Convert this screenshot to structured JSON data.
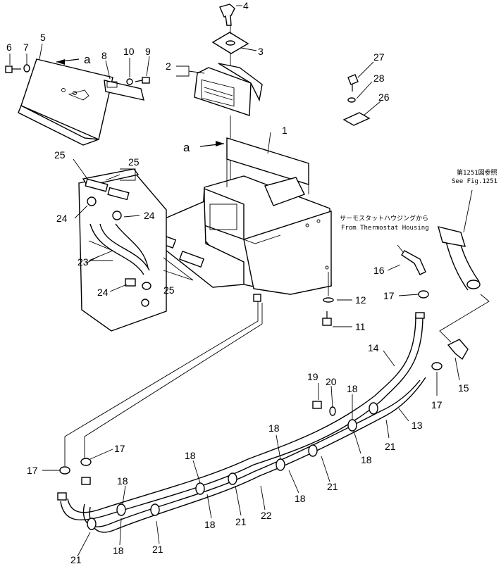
{
  "diagram": {
    "callouts": {
      "c1": "1",
      "c2": "2",
      "c3": "3",
      "c4": "4",
      "c5": "5",
      "c6": "6",
      "c7": "7",
      "c8": "8",
      "c9": "9",
      "c10": "10",
      "c11": "11",
      "c12": "12",
      "c13": "13",
      "c14": "14",
      "c15": "15",
      "c16": "16",
      "c17": "17",
      "c18": "18",
      "c19": "19",
      "c20": "20",
      "c21": "21",
      "c22": "22",
      "c23": "23",
      "c24": "24",
      "c25": "25",
      "c26": "26",
      "c27": "27",
      "c28": "28"
    },
    "view_marker": "a",
    "notes": {
      "thermostat_jp": "サーモスタットハウジングから",
      "thermostat_en": "From Thermostat Housing",
      "see_fig_jp": "第1251図参照",
      "see_fig_en": "See Fig.1251"
    }
  }
}
